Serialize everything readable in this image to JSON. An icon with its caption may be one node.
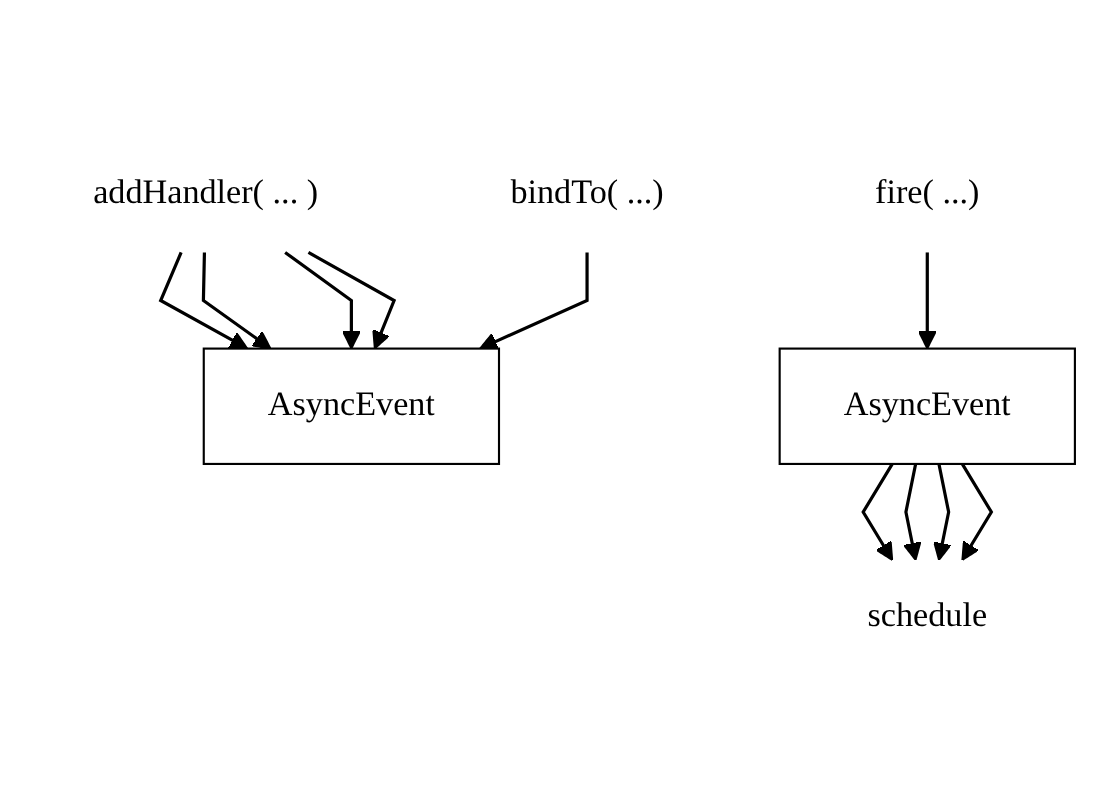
{
  "diagram": {
    "nodes": [
      {
        "text": [
          "addHandler( ... )"
        ]
      },
      {
        "text": [
          "AsyncEvent"
        ]
      },
      {
        "text": [
          "bindTo( ...)"
        ]
      },
      {
        "text": [
          "fire( ...)"
        ]
      },
      {
        "text": [
          "AsyncEvent"
        ]
      },
      {
        "text": [
          "schedule"
        ]
      }
    ],
    "edges": [
      {
        "from": 0,
        "to": 1,
        "arrow": "to"
      },
      {
        "from": 0,
        "to": 1,
        "arrow": "to"
      },
      {
        "from": 0,
        "to": 1,
        "arrow": "to"
      },
      {
        "from": 0,
        "to": 1,
        "arrow": "to"
      },
      {
        "from": 2,
        "to": 1,
        "arrow": "to"
      },
      {
        "from": 3,
        "to": 4,
        "arrow": "to"
      },
      {
        "from": 4,
        "to": 5,
        "arrow": "to"
      },
      {
        "from": 4,
        "to": 5,
        "arrow": "to"
      },
      {
        "from": 4,
        "to": 5,
        "arrow": "to"
      },
      {
        "from": 4,
        "to": 5,
        "arrow": "to"
      }
    ]
  }
}
